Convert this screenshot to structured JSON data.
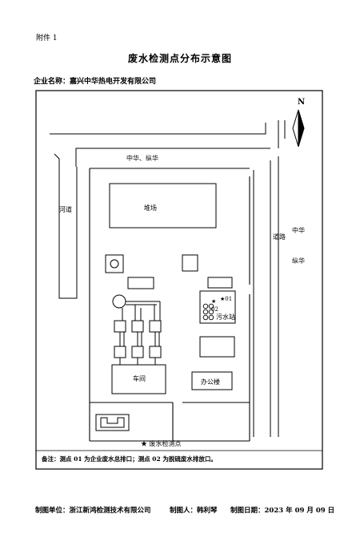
{
  "header": {
    "attachment": "附件 1",
    "title": "废水检测点分布示意图",
    "company_line": "企业名称：嘉兴中华热电开发有限公司"
  },
  "map": {
    "north": "N",
    "road_top": "中华、纵华",
    "river": "河道",
    "road_right": "道路",
    "road_right_name_1": "中华",
    "road_right_name_2": "纵华",
    "yard": "堆场",
    "point_01": "★01",
    "point_02": "02",
    "sewage_station": "污水站",
    "workshop": "车间",
    "office": "办公楼",
    "legend": "★ 废水检测点",
    "note": "备注：测点 01 为企业废水总排口；测点 02 为脱硫废水排放口。"
  },
  "footer": {
    "maker": "制图单位：浙江新鸿检测技术有限公司",
    "person": "制图人：韩利琴",
    "date": "制图日期：2023 年 09 月 09 日"
  }
}
